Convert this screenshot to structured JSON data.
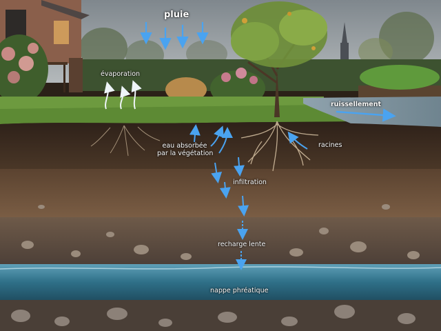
{
  "labels": {
    "rain": "pluie",
    "evaporation": "évaporation",
    "runoff": "ruissellement",
    "absorbed_line1": "eau absorbée",
    "absorbed_line2": "par la végétation",
    "roots": "racines",
    "infiltration": "infiltration",
    "recharge": "recharge lente",
    "water_table": "nappe phréatique"
  },
  "colors": {
    "arrow_blue": "#4aa3f0",
    "arrow_white": "#eef4f8",
    "groundwater": "#3b7f9a",
    "sky": "#9aa3aa",
    "grass": "#5d8a34",
    "topsoil": "#3a2a1e",
    "subsoil": "#6b4f39"
  },
  "icons": {
    "rain": "rain-arrow-icon",
    "evaporation": "evaporation-arrow-icon",
    "runoff": "runoff-arrow-icon",
    "uptake": "uptake-arrow-icon",
    "infiltration": "infiltration-arrow-icon"
  }
}
